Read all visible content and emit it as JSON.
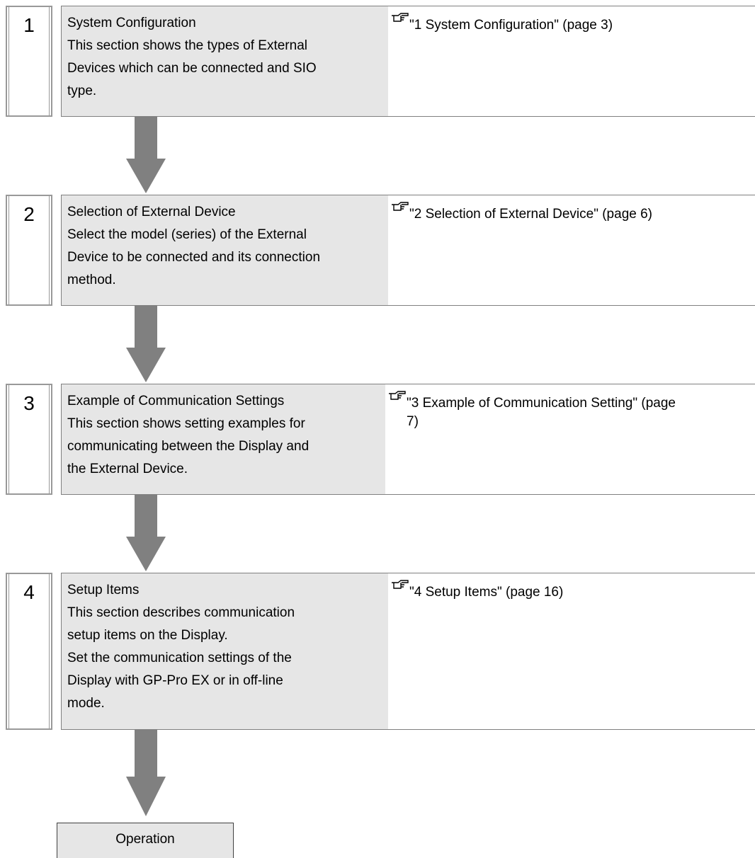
{
  "steps": [
    {
      "number": "1",
      "title": "System Configuration",
      "lines": [
        "This section shows the types of External",
        "Devices which can be connected and SIO",
        "type."
      ],
      "reference_lines": [
        "\"1 System Configuration\" (page 3)"
      ],
      "reference_icon": "pointing-hand-icon"
    },
    {
      "number": "2",
      "title": "Selection of External Device",
      "lines": [
        "Select the model (series) of the External",
        "Device to be connected and its connection",
        "method."
      ],
      "reference_lines": [
        "\"2 Selection of External Device\" (page 6)"
      ],
      "reference_icon": "pointing-hand-icon"
    },
    {
      "number": "3",
      "title": "Example of Communication Settings",
      "lines": [
        "This section shows setting examples for",
        "communicating between the Display and",
        "the External Device."
      ],
      "reference_lines": [
        "\"3 Example of Communication Setting\" (page",
        "7)"
      ],
      "reference_icon": "pointing-hand-icon"
    },
    {
      "number": "4",
      "title": "Setup Items",
      "lines": [
        "This section describes communication",
        "setup items on the Display.",
        "Set the communication settings of the",
        "Display with GP-Pro EX or in off-line",
        "mode."
      ],
      "reference_lines": [
        "\"4 Setup Items\" (page 16)"
      ],
      "reference_icon": "pointing-hand-icon"
    }
  ],
  "final_step": {
    "label": "Operation"
  },
  "colors": {
    "box_fill": "#e6e6e6",
    "arrow": "#808080",
    "border": "#999999"
  }
}
